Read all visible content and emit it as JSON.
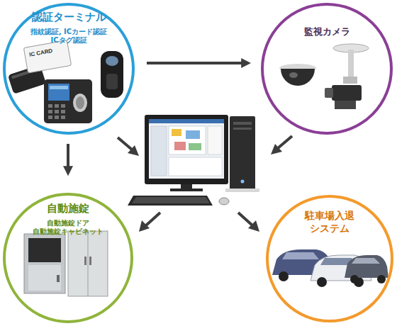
{
  "diagram": {
    "nodes": [
      {
        "text": [
          "認証ターミナル",
          "指紋認証, ICカード認証 ICタグ認証"
        ]
      },
      {
        "text": [
          "監視カメラ"
        ]
      },
      {
        "text": [
          "自動施錠",
          "自動施錠ドア 自動施錠キャビネット"
        ]
      },
      {
        "text": [
          "駐車場入退 システム"
        ]
      }
    ],
    "edges": [
      {
        "from": 0,
        "to": 1,
        "arrow": "to"
      },
      {
        "from": 0,
        "to": 2,
        "arrow": "to"
      }
    ],
    "labels": [
      "IC CARD"
    ]
  }
}
